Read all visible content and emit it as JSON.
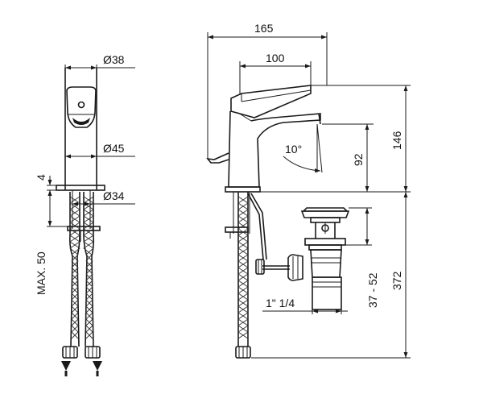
{
  "drawing": {
    "front_view": {
      "dim_spout_diameter": "Ø38",
      "dim_body_diameter": "Ø45",
      "dim_shank_diameter": "Ø34",
      "dim_top_thickness": "4",
      "dim_max_counter_thickness": "MAX. 50"
    },
    "side_view": {
      "dim_total_length": "165",
      "dim_spout_reach": "100",
      "dim_total_height": "146",
      "dim_spout_height": "92",
      "dim_lever_angle": "10°",
      "dim_total_depth": "372",
      "dim_waste_adjust": "37 - 52",
      "dim_waste_thread": "1\" 1/4"
    }
  }
}
